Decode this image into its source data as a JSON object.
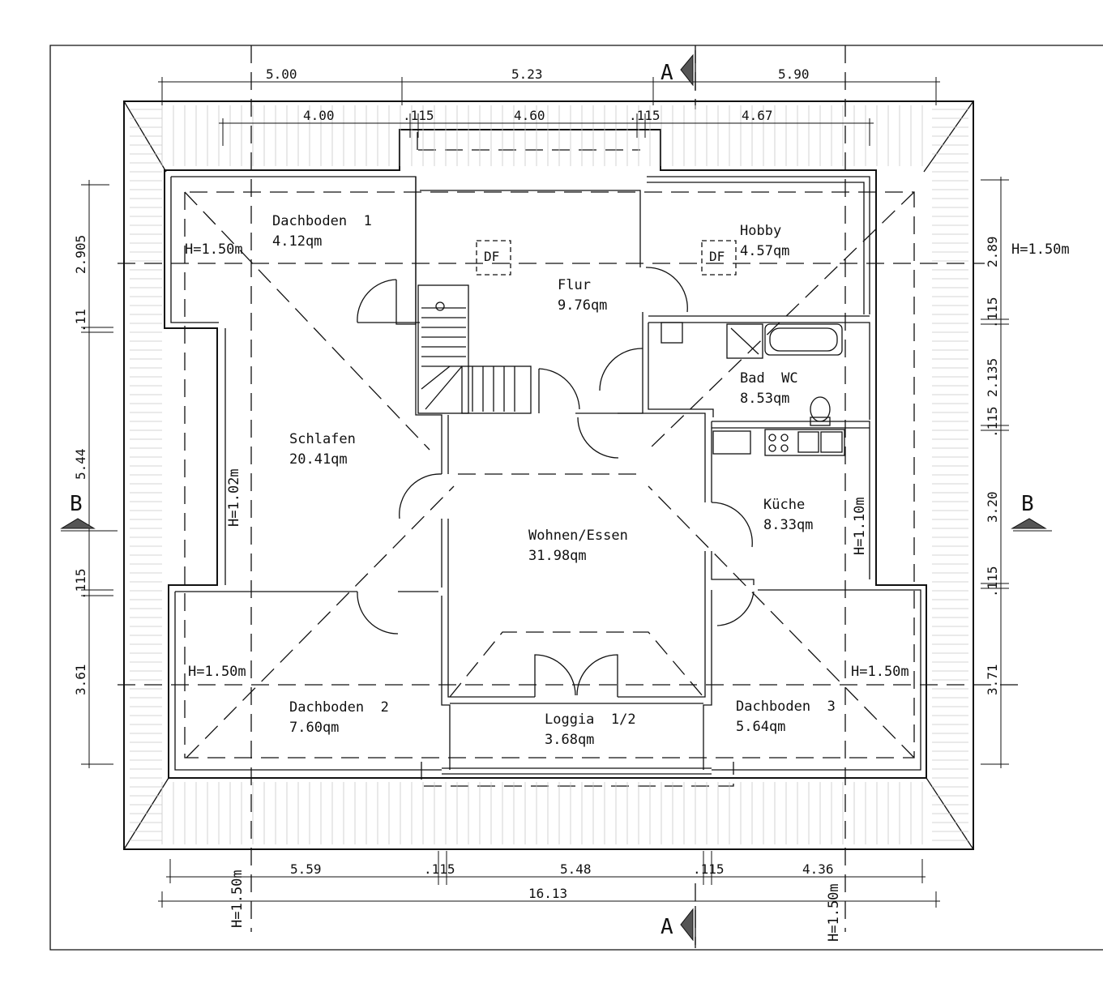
{
  "rooms": [
    {
      "name": "Dachboden  1",
      "area": "4.12qm"
    },
    {
      "name": "Hobby",
      "area": "4.57qm"
    },
    {
      "name": "Flur",
      "area": "9.76qm"
    },
    {
      "name": "Bad  WC",
      "area": "8.53qm"
    },
    {
      "name": "Schlafen",
      "area": "20.41qm"
    },
    {
      "name": "Küche",
      "area": "8.33qm"
    },
    {
      "name": "Wohnen/Essen",
      "area": "31.98qm"
    },
    {
      "name": "Dachboden  2",
      "area": "7.60qm"
    },
    {
      "name": "Loggia  1/2",
      "area": "3.68qm"
    },
    {
      "name": "Dachboden  3",
      "area": "5.64qm"
    }
  ],
  "heights": {
    "h150": "H=1.50m",
    "h102": "H=1.02m",
    "h110": "H=1.10m"
  },
  "skylight": "DF",
  "section_a": "A",
  "section_b": "B",
  "dims_top_outer": [
    "5.00",
    "5.23",
    "5.90"
  ],
  "dims_top_inner": [
    "4.00",
    ".115",
    "4.60",
    ".115",
    "4.67"
  ],
  "dims_bottom_inner": [
    "5.59",
    ".115",
    "5.48",
    ".115",
    "4.36"
  ],
  "dims_bottom_total": "16.13",
  "dims_left": [
    "2.905",
    ".11",
    "5.44",
    ".115",
    "3.61"
  ],
  "dims_right": [
    "2.89",
    ".115",
    "2.135",
    ".115",
    "3.20",
    ".115",
    "3.71"
  ]
}
